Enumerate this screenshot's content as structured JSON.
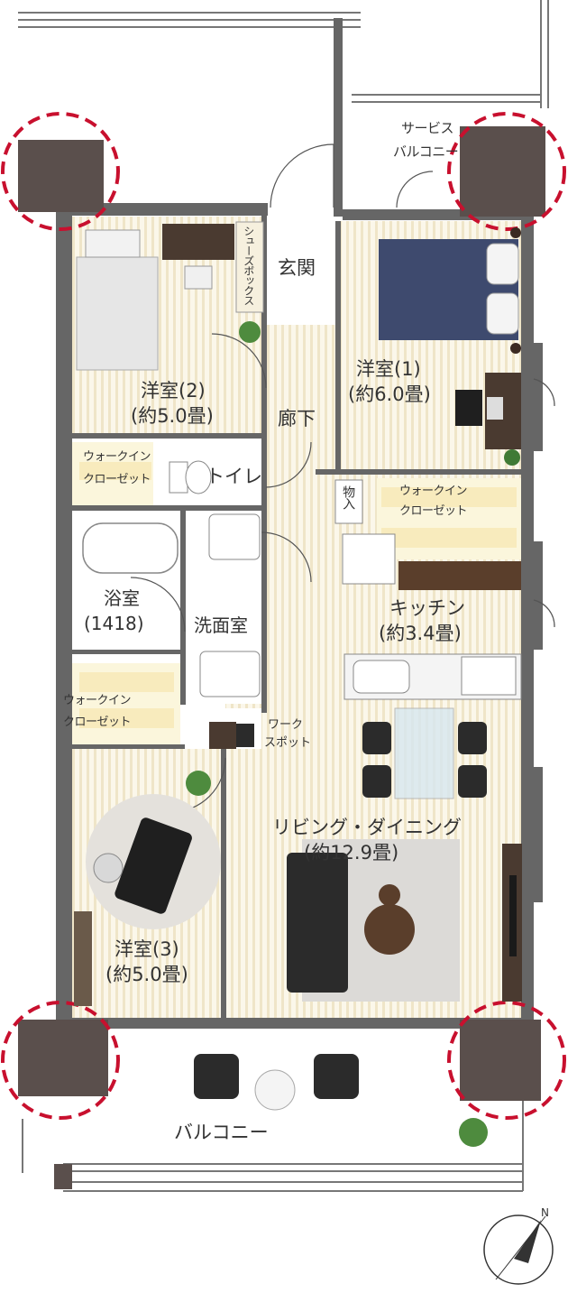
{
  "rooms": {
    "bedroom1": {
      "name": "洋室(1)",
      "size": "(約6.0畳)"
    },
    "bedroom2": {
      "name": "洋室(2)",
      "size": "(約5.0畳)"
    },
    "bedroom3": {
      "name": "洋室(3)",
      "size": "(約5.0畳)"
    },
    "entrance": "玄関",
    "hallway": "廊下",
    "toilet": "トイレ",
    "storage": "物入",
    "bathroom": {
      "name": "浴室",
      "size": "(1418)"
    },
    "washroom": "洗面室",
    "kitchen": {
      "name": "キッチン",
      "size": "(約3.4畳)"
    },
    "workspot": {
      "line1": "ワーク",
      "line2": "スポット"
    },
    "living_dining": {
      "name": "リビング・ダイニング",
      "size": "(約12.9畳)"
    },
    "shoe_box": "シューズボックス",
    "walk_in_closet_1": {
      "line1": "ウォークイン",
      "line2": "クローゼット"
    },
    "walk_in_closet_2": {
      "line1": "ウォークイン",
      "line2": "クローゼット"
    },
    "walk_in_closet_3": {
      "line1": "ウォークイン",
      "line2": "クローゼット"
    },
    "service_balcony": {
      "line1": "サービス",
      "line2": "バルコニー"
    },
    "balcony": "バルコニー"
  },
  "compass": {
    "label": "N"
  },
  "colors": {
    "wall": "#666666",
    "column": "#5a4f4c",
    "column_marker": "#c8102e",
    "floor_stripe": "#f2ead2",
    "closet_floor": "#fbf6dc",
    "bath_floor": "#ffffff",
    "bed_cover": "#3e4a6e",
    "sofa": "#2b2b2b",
    "rug": "#dcdad7"
  }
}
